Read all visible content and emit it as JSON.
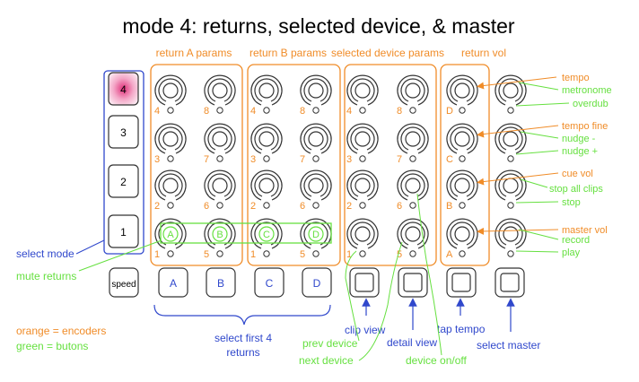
{
  "title": "mode 4: returns, selected device, & master",
  "colors": {
    "orange": "#f08c28",
    "green": "#66e040",
    "blue": "#3048cc",
    "pink": "#f4a8c8",
    "dark": "#333333"
  },
  "group_labels": [
    "return A params",
    "return B params",
    "selected device params",
    "return vol"
  ],
  "mode_buttons": [
    "4",
    "3",
    "2",
    "1"
  ],
  "knob_numbers": [
    [
      "4",
      "8",
      "4",
      "8",
      "4",
      "8",
      "D"
    ],
    [
      "3",
      "7",
      "3",
      "7",
      "3",
      "7",
      "C"
    ],
    [
      "2",
      "6",
      "2",
      "6",
      "2",
      "6",
      "B"
    ],
    [
      "1",
      "5",
      "1",
      "5",
      "1",
      "5",
      "A"
    ]
  ],
  "green_knob_letters": [
    "A",
    "B",
    "C",
    "D"
  ],
  "bottom_buttons": [
    "speed",
    "A",
    "B",
    "C",
    "D",
    "",
    "",
    "",
    ""
  ],
  "right_labels": {
    "tempo": "tempo",
    "metronome": "metronome",
    "overdub": "overdub",
    "tempo_fine": "tempo fine",
    "nudge_minus": "nudge -",
    "nudge_plus": "nudge +",
    "cue_vol": "cue vol",
    "stop_all_clips": "stop all clips",
    "stop": "stop",
    "master_vol": "master vol",
    "record": "record",
    "play": "play"
  },
  "left_labels": {
    "select_mode": "select mode",
    "mute_returns": "mute returns",
    "legend_orange": "orange = encoders",
    "legend_green": "green = butons"
  },
  "bottom_labels": {
    "select_first_line1": "select first 4",
    "select_first_line2": "returns",
    "clip_view": "clip view",
    "prev_device": "prev device",
    "next_device": "next device",
    "detail_view": "detail view",
    "device_onoff": "device on/off",
    "tap_tempo": "tap tempo",
    "select_master": "select master"
  }
}
